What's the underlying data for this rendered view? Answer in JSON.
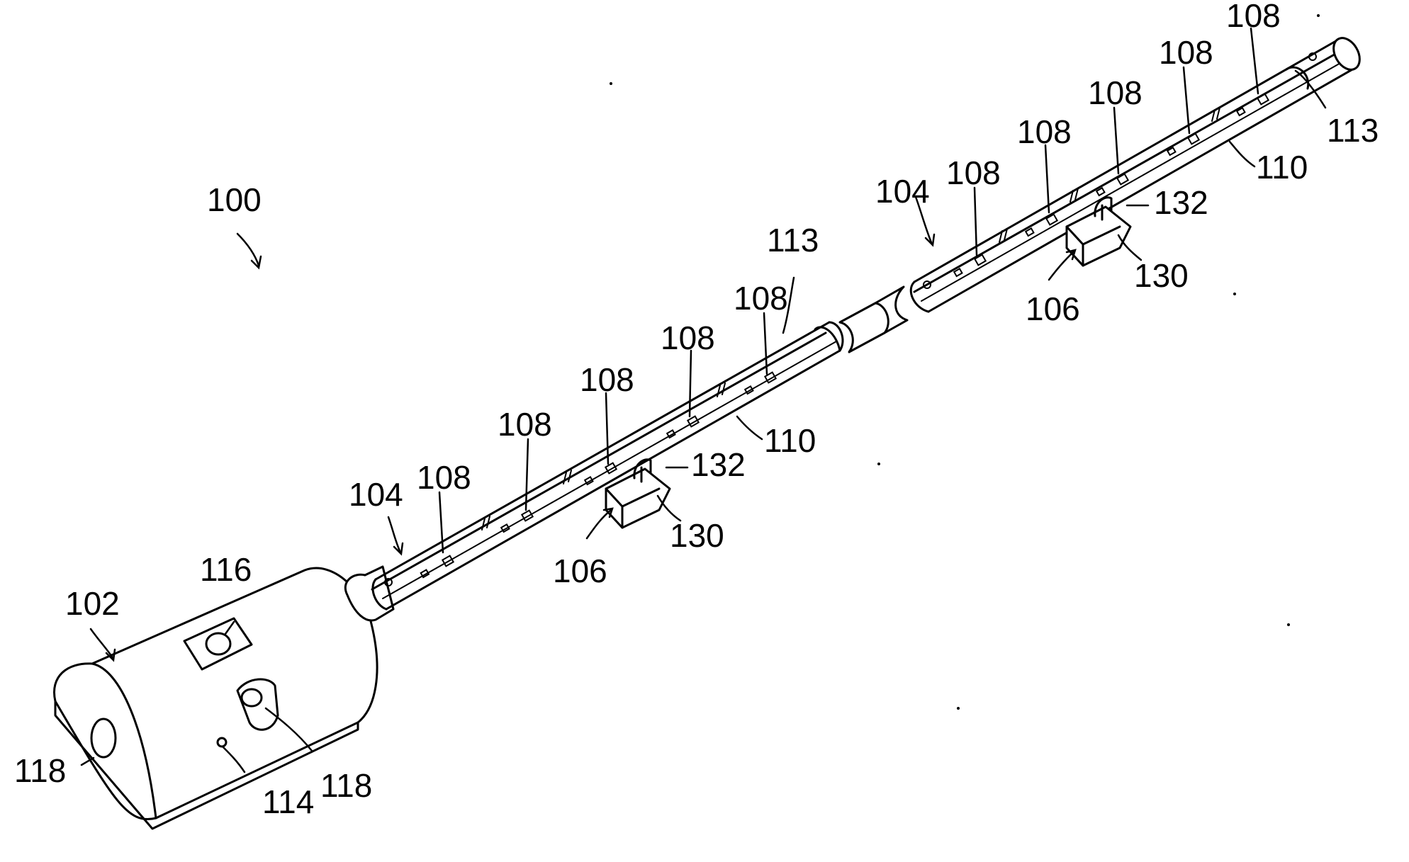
{
  "figure": {
    "labels": {
      "system": "100",
      "housing": "102",
      "strip_a": "104",
      "strip_b": "104",
      "clip_a": "106",
      "clip_b": "106",
      "led_1": "108",
      "led_2": "108",
      "led_3": "108",
      "led_4": "108",
      "led_5": "108",
      "led_6": "108",
      "led_7": "108",
      "led_8": "108",
      "led_9": "108",
      "led_10": "108",
      "circuit_a": "110",
      "circuit_b": "110",
      "endcap_a": "113",
      "endcap_b": "113",
      "sensor": "114",
      "switch": "116",
      "port_front": "118",
      "port_side": "118",
      "base_a": "130",
      "base_b": "130",
      "hook_a": "132",
      "hook_b": "132"
    }
  }
}
